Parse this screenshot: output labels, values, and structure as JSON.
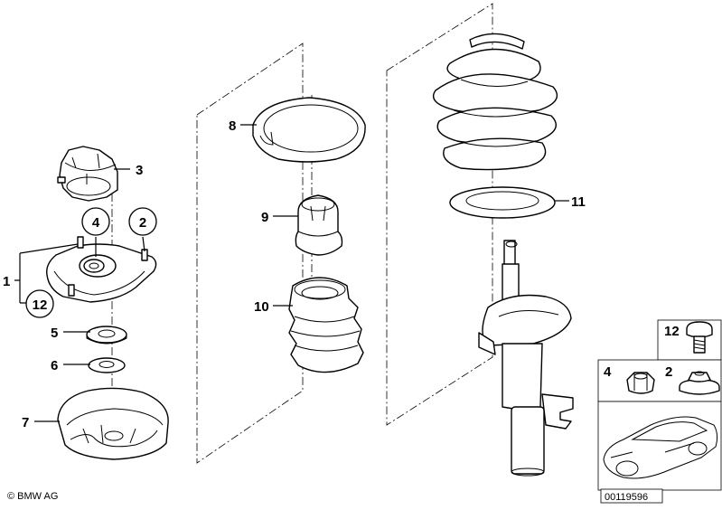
{
  "callouts": {
    "c1": "1",
    "c2": "2",
    "c3": "3",
    "c4": "4",
    "c5": "5",
    "c6": "6",
    "c7": "7",
    "c8": "8",
    "c9": "9",
    "c10": "10",
    "c11": "11",
    "c12": "12"
  },
  "inset": {
    "c12": "12",
    "c4": "4",
    "c2": "2"
  },
  "footer": {
    "copyright": "© BMW AG",
    "diagram_number": "00119596"
  }
}
